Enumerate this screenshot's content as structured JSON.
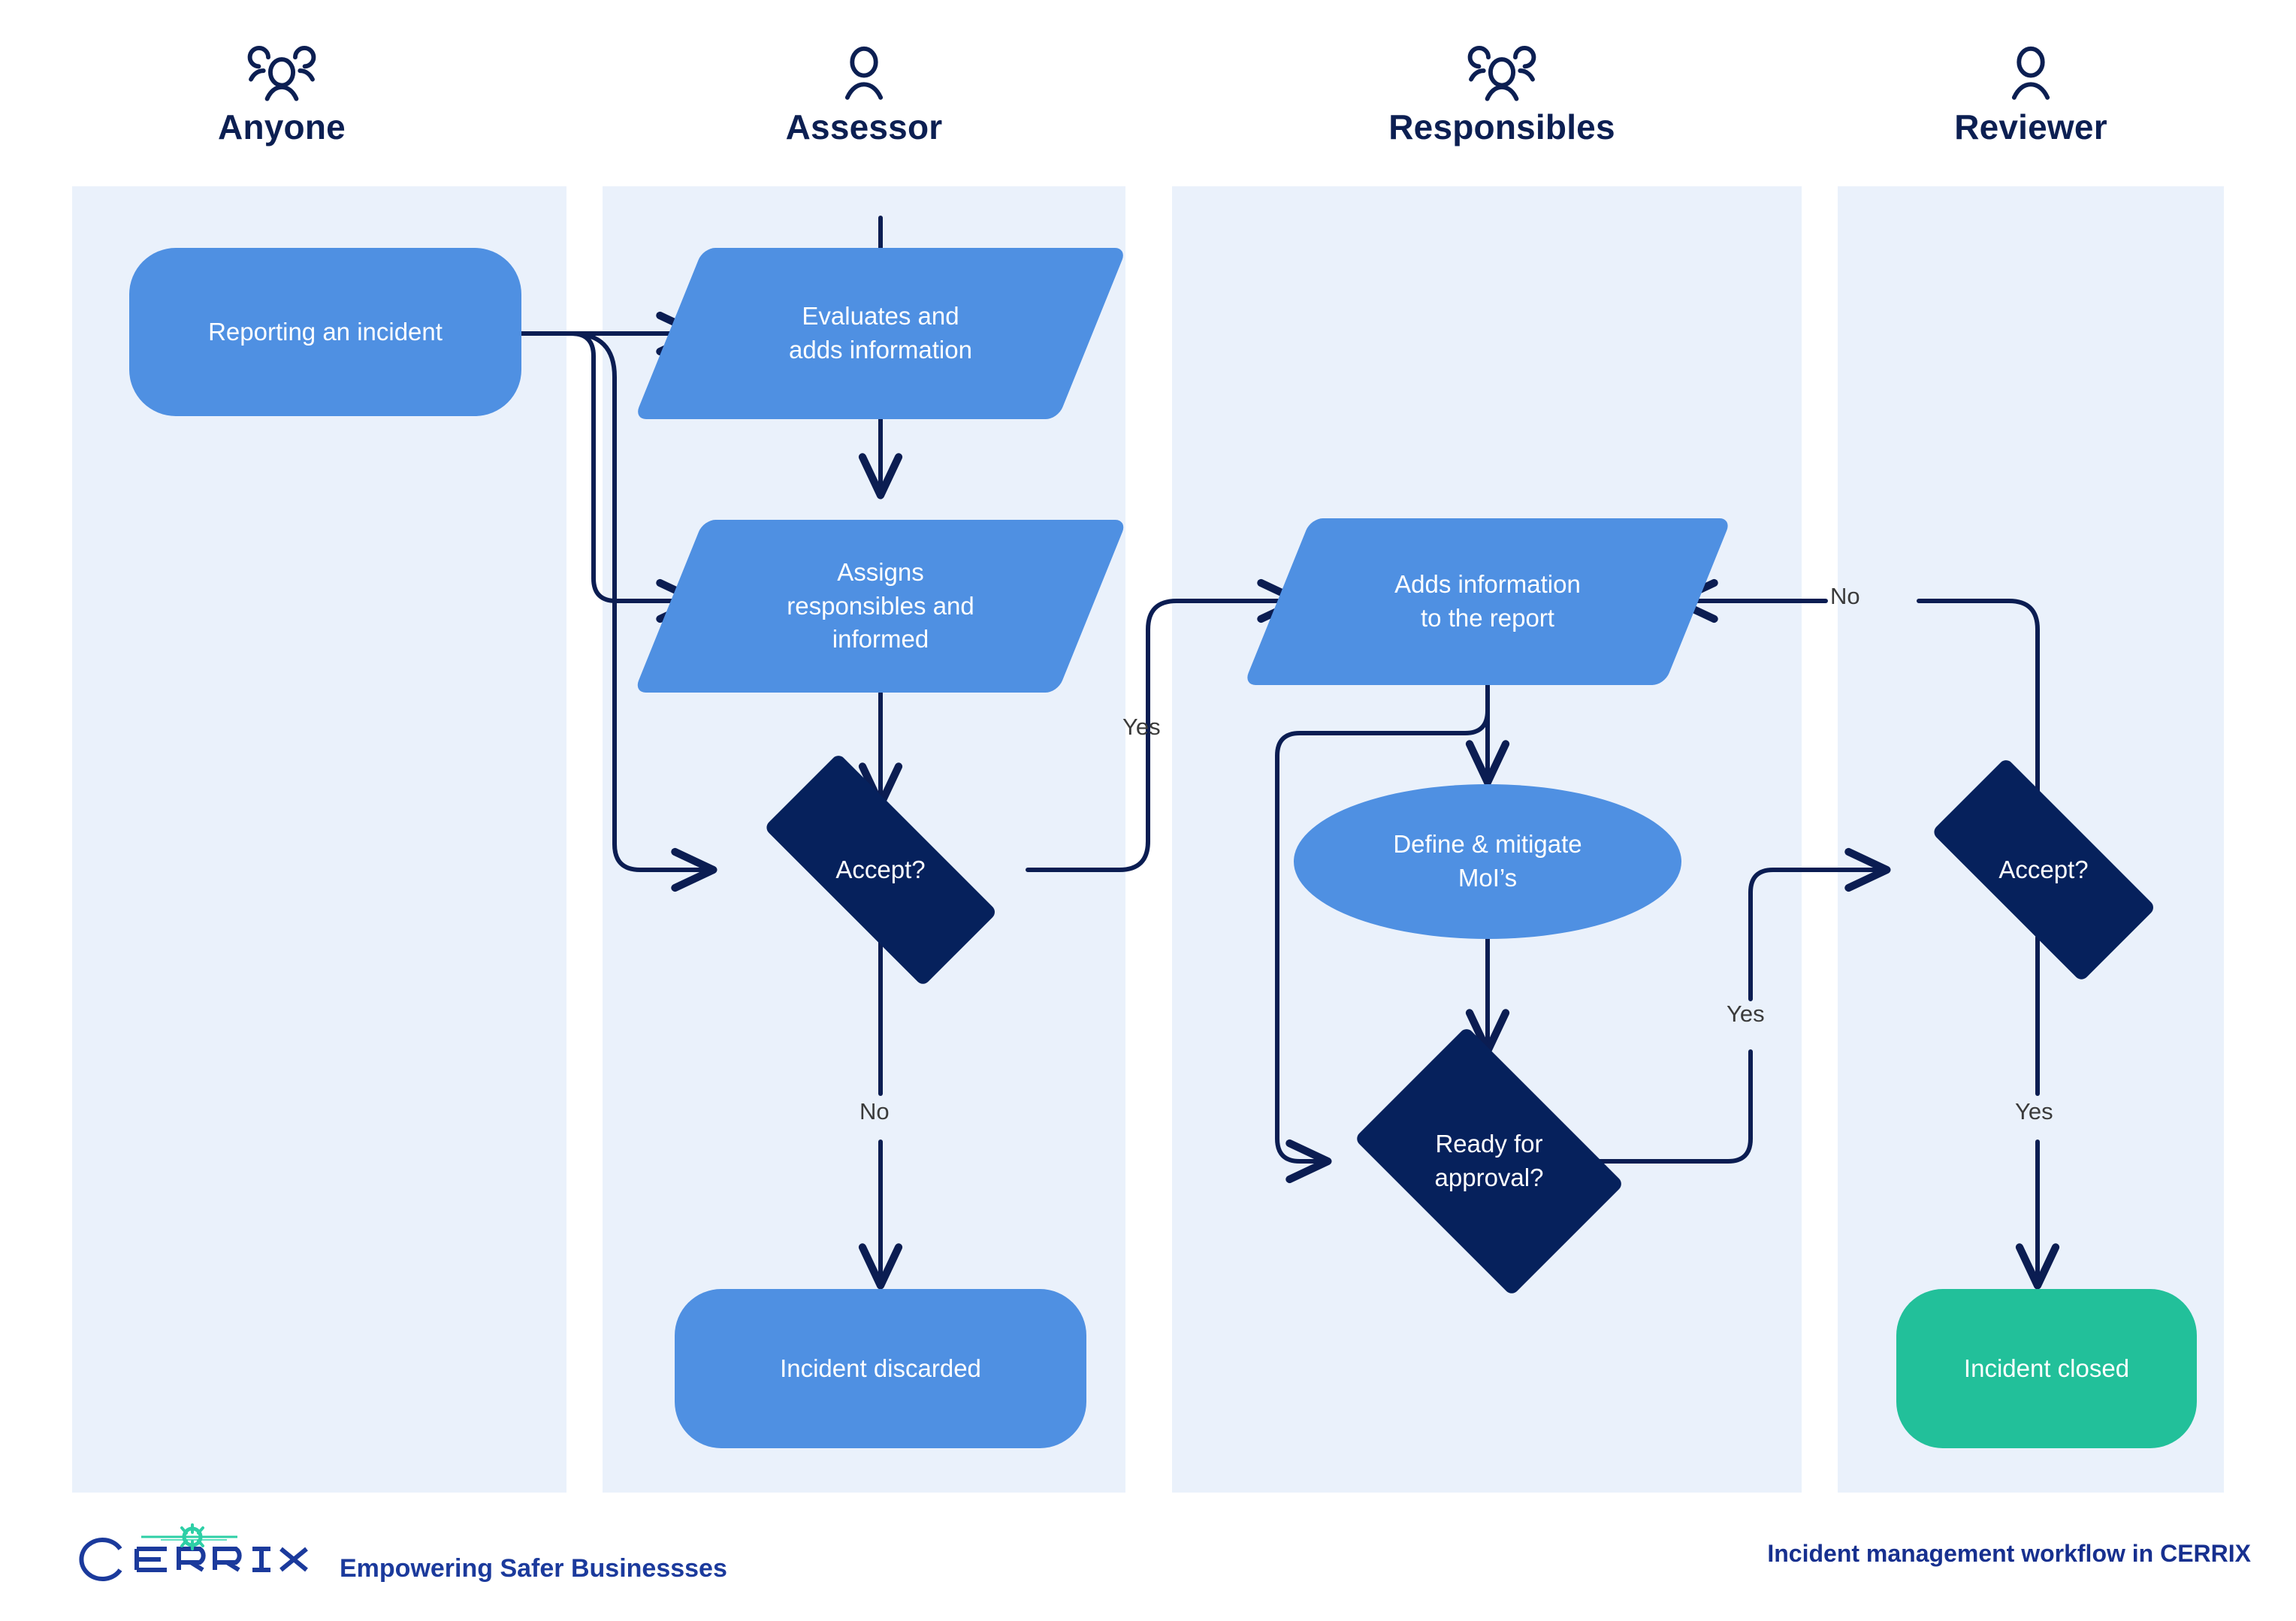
{
  "lanes": [
    {
      "id": "anyone",
      "title": "Anyone",
      "icon": "users-three-icon"
    },
    {
      "id": "assessor",
      "title": "Assessor",
      "icon": "user-single-icon"
    },
    {
      "id": "responsibles",
      "title": "Responsibles",
      "icon": "users-three-icon"
    },
    {
      "id": "reviewer",
      "title": "Reviewer",
      "icon": "user-single-icon"
    }
  ],
  "nodes": {
    "reporting_incident": {
      "label": "Reporting an incident",
      "shape": "rounded-rect",
      "lane": "anyone",
      "color": "#4f90e2"
    },
    "evaluates_adds": {
      "line1": "Evaluates and",
      "line2": "adds information",
      "shape": "parallelogram",
      "lane": "assessor",
      "color": "#4f90e2"
    },
    "assigns_responsibles": {
      "line1": "Assigns",
      "line2": "responsibles and",
      "line3": "informed",
      "shape": "parallelogram",
      "lane": "assessor",
      "color": "#4f90e2"
    },
    "assessor_accept": {
      "label": "Accept?",
      "shape": "diamond",
      "lane": "assessor",
      "color": "#06215c"
    },
    "incident_discarded": {
      "label": "Incident discarded",
      "shape": "rounded-rect",
      "lane": "assessor",
      "color": "#4f90e2"
    },
    "adds_information": {
      "line1": "Adds information",
      "line2": "to the report",
      "shape": "parallelogram",
      "lane": "responsibles",
      "color": "#4f90e2"
    },
    "define_mitigate": {
      "line1": "Define & mitigate",
      "line2": "MoI’s",
      "shape": "ellipse",
      "lane": "responsibles",
      "color": "#4f90e2"
    },
    "ready_for_approval": {
      "line1": "Ready for",
      "line2": "approval?",
      "shape": "diamond",
      "lane": "responsibles",
      "color": "#06215c"
    },
    "reviewer_accept": {
      "label": "Accept?",
      "shape": "diamond",
      "lane": "reviewer",
      "color": "#06215c"
    },
    "incident_closed": {
      "label": "Incident closed",
      "shape": "rounded-rect",
      "lane": "reviewer",
      "color": "#22c09a"
    }
  },
  "edge_labels": {
    "assessor_no": "No",
    "assessor_yes": "Yes",
    "approval_yes": "Yes",
    "reviewer_no": "No",
    "reviewer_yes": "Yes"
  },
  "footer": {
    "logo_text": "CERRIX",
    "tagline": "Empowering Safer Businessses",
    "caption": "Incident management workflow in CERRIX"
  },
  "colors": {
    "band": "#eaf1fb",
    "process": "#4f90e2",
    "decision": "#06215c",
    "success": "#22c09a",
    "connector": "#0b1d52",
    "heading": "#0c1f52",
    "brand": "#1b3a9c",
    "caption": "#17308f"
  },
  "chart_data": {
    "type": "diagram",
    "diagram_kind": "swimlane-flowchart",
    "title": "Incident management workflow in CERRIX",
    "lanes": [
      "Anyone",
      "Assessor",
      "Responsibles",
      "Reviewer"
    ],
    "nodes": [
      {
        "id": "reporting_incident",
        "text": "Reporting an incident",
        "shape": "rounded-rect",
        "lane": "Anyone"
      },
      {
        "id": "evaluates_adds",
        "text": "Evaluates and adds information",
        "shape": "parallelogram",
        "lane": "Assessor"
      },
      {
        "id": "assigns_responsibles",
        "text": "Assigns responsibles and informed",
        "shape": "parallelogram",
        "lane": "Assessor"
      },
      {
        "id": "assessor_accept",
        "text": "Accept?",
        "shape": "diamond",
        "lane": "Assessor"
      },
      {
        "id": "incident_discarded",
        "text": "Incident discarded",
        "shape": "rounded-rect",
        "lane": "Assessor"
      },
      {
        "id": "adds_information",
        "text": "Adds information to the report",
        "shape": "parallelogram",
        "lane": "Responsibles"
      },
      {
        "id": "define_mitigate",
        "text": "Define & mitigate MoI’s",
        "shape": "ellipse",
        "lane": "Responsibles"
      },
      {
        "id": "ready_for_approval",
        "text": "Ready for approval?",
        "shape": "diamond",
        "lane": "Responsibles"
      },
      {
        "id": "reviewer_accept",
        "text": "Accept?",
        "shape": "diamond",
        "lane": "Reviewer"
      },
      {
        "id": "incident_closed",
        "text": "Incident closed",
        "shape": "rounded-rect",
        "lane": "Reviewer"
      }
    ],
    "edges": [
      {
        "from": "reporting_incident",
        "to": "evaluates_adds",
        "label": ""
      },
      {
        "from": "reporting_incident",
        "to": "assigns_responsibles",
        "label": ""
      },
      {
        "from": "reporting_incident",
        "to": "assessor_accept",
        "label": ""
      },
      {
        "from": "evaluates_adds",
        "to": "assigns_responsibles",
        "label": ""
      },
      {
        "from": "assigns_responsibles",
        "to": "assessor_accept",
        "label": ""
      },
      {
        "from": "assessor_accept",
        "to": "adds_information",
        "label": "Yes"
      },
      {
        "from": "assessor_accept",
        "to": "incident_discarded",
        "label": "No"
      },
      {
        "from": "adds_information",
        "to": "define_mitigate",
        "label": ""
      },
      {
        "from": "adds_information",
        "to": "ready_for_approval",
        "label": ""
      },
      {
        "from": "define_mitigate",
        "to": "ready_for_approval",
        "label": ""
      },
      {
        "from": "ready_for_approval",
        "to": "reviewer_accept",
        "label": "Yes"
      },
      {
        "from": "reviewer_accept",
        "to": "adds_information",
        "label": "No"
      },
      {
        "from": "reviewer_accept",
        "to": "incident_closed",
        "label": "Yes"
      }
    ]
  }
}
